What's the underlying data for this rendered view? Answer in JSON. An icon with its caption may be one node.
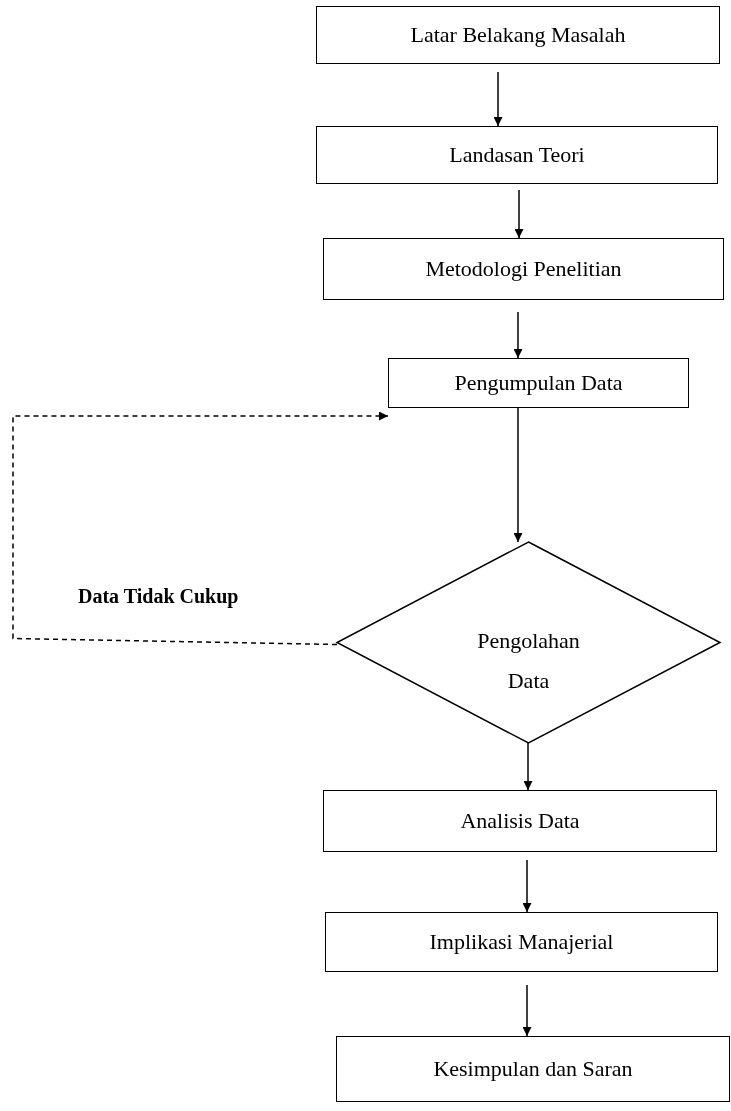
{
  "diagram": {
    "nodes": [
      {
        "text": [
          "Latar Belakang Masalah"
        ]
      },
      {
        "text": [
          "Landasan Teori"
        ]
      },
      {
        "text": [
          "Metodologi Penelitian"
        ]
      },
      {
        "text": [
          "Pengumpulan Data"
        ]
      },
      {
        "text": [
          "Pengolahan Data"
        ]
      },
      {
        "text": [
          "Analisis Data"
        ]
      },
      {
        "text": [
          "Implikasi Manajerial"
        ]
      },
      {
        "text": [
          "Kesimpulan dan Saran"
        ]
      }
    ],
    "edges": [
      {
        "from": 0,
        "to": 1,
        "arrow": "to"
      },
      {
        "from": 1,
        "to": 2,
        "arrow": "to"
      },
      {
        "from": 2,
        "to": 3,
        "arrow": "to"
      },
      {
        "from": 3,
        "to": 4,
        "arrow": "to"
      },
      {
        "from": 4,
        "to": 3,
        "arrow": "to",
        "label": "Data Tidak Cukup",
        "style": "dashed"
      },
      {
        "from": 4,
        "to": 5,
        "arrow": "to"
      },
      {
        "from": 5,
        "to": 6,
        "arrow": "to"
      },
      {
        "from": 6,
        "to": 7,
        "arrow": "to"
      }
    ]
  }
}
